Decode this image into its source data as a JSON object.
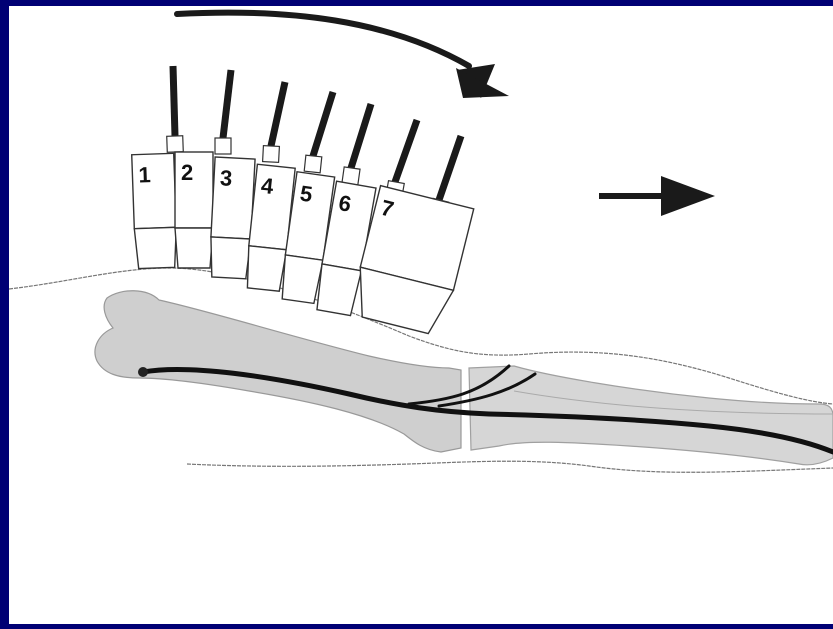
{
  "diagram": {
    "probe_labels": [
      "1",
      "2",
      "3",
      "4",
      "5",
      "6",
      "7"
    ],
    "colors": {
      "frame": "#000074",
      "background": "#ffffff",
      "bone_fill": "#cfcfcf",
      "bone_stroke": "#999999",
      "cable": "#111111",
      "outline": "#333333"
    },
    "elements": {
      "rotation_arrow": "curved-arrow",
      "translation_arrow": "straight-arrow",
      "transducer_array": "ultrasound-probe-array",
      "femur": "femur-bone",
      "tibia": "tibia-bone",
      "catheter": "catheter-wire"
    }
  }
}
